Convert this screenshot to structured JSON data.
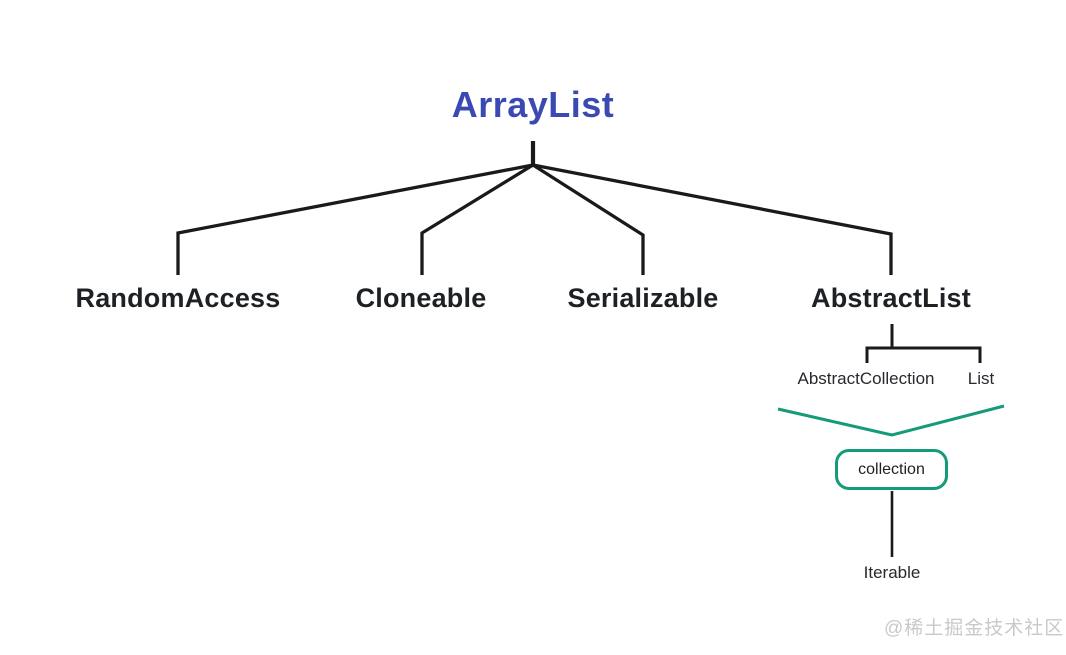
{
  "canvas": {
    "background": "#ffffff"
  },
  "diagram": {
    "root": {
      "label": "ArrayList",
      "color": "#3b4ab3"
    },
    "line_color": "#1a1a1a",
    "accent_green": "#169a7a",
    "children": [
      {
        "label": "RandomAccess"
      },
      {
        "label": "Cloneable"
      },
      {
        "label": "Serializable"
      },
      {
        "label": "AbstractList"
      }
    ],
    "abstract_list_parents": [
      {
        "label": "AbstractCollection"
      },
      {
        "label": "List"
      }
    ],
    "collection_node": {
      "label": "collection"
    },
    "iterable_node": {
      "label": "Iterable"
    }
  },
  "watermark": {
    "text": "@稀土掘金技术社区",
    "color": "#c9c9c9"
  }
}
